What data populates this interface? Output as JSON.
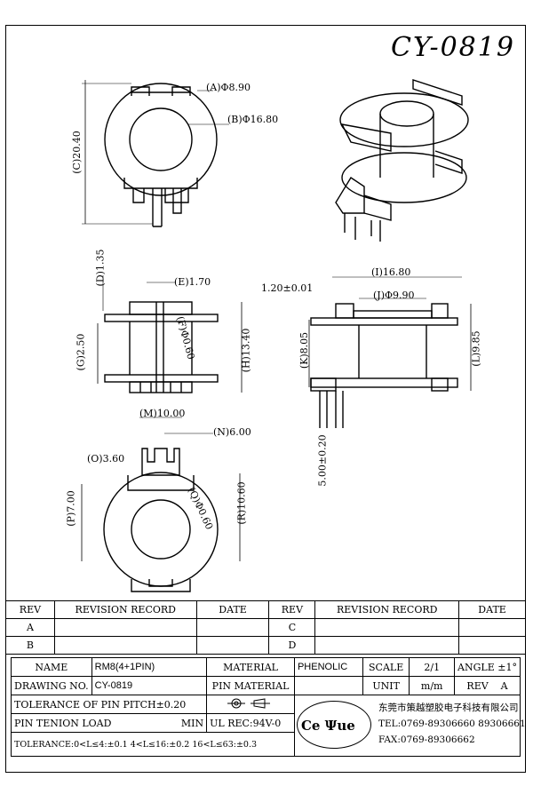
{
  "part_number": "CY-0819",
  "top_view": {
    "dim_a": "(A)Φ8.90",
    "dim_b": "(B)Φ16.80",
    "dim_c": "(C)20.40"
  },
  "side_view": {
    "dim_d": "(D)1.35",
    "dim_e": "(E)1.70",
    "dim_f": "(F)Φ0.60",
    "dim_g": "(G)2.50",
    "dim_h": "(H)13.40"
  },
  "front_view": {
    "dim_tol": "1.20±0.01",
    "dim_i": "(I)16.80",
    "dim_j": "(J)Φ9.90",
    "dim_k": "(K)8.05",
    "dim_l": "(L)9.85",
    "dim_pin": "5.00±0.20"
  },
  "bottom_view": {
    "dim_m": "(M)10.00",
    "dim_n": "(N)6.00",
    "dim_o": "(O)3.60",
    "dim_p": "(P)7.00",
    "dim_q": "(Q)Φ0.60",
    "dim_r": "(R)10.60"
  },
  "revision_table": {
    "headers": [
      "REV",
      "REVISION RECORD",
      "DATE",
      "REV",
      "REVISION RECORD",
      "DATE"
    ],
    "row1": [
      "A",
      "",
      "",
      "C",
      "",
      ""
    ],
    "row2": [
      "B",
      "",
      "",
      "D",
      "",
      ""
    ]
  },
  "title_block": {
    "name_label": "NAME",
    "name_value": "RM8(4+1PIN)",
    "material_label": "MATERIAL",
    "material_value": "PHENOLIC",
    "scale_label": "SCALE",
    "scale_value": "2/1",
    "angle_label": "ANGLE",
    "angle_value": "±1°",
    "drawing_no_label": "DRAWING NO.",
    "drawing_no_value": "CY-0819",
    "pin_material_label": "PIN MATERIAL",
    "unit_label": "UNIT",
    "unit_value": "m/m",
    "rev_label": "REV",
    "rev_value": "A",
    "pitch_tol": "TOLERANCE OF PIN PITCH±0.20",
    "tension_label": "PIN TENION LOAD",
    "tension_min": "MIN",
    "ul_rec": "UL REC:94V-0",
    "tolerance": "TOLERANCE:0<L≤4:±0.1  4<L≤16:±0.2  16<L≤63:±0.3",
    "company": "东莞市策越塑胶电子科技有限公司",
    "tel": "TEL:0769-89306660 89306661",
    "fax": "FAX:0769-89306662",
    "logo_text": "Ce Ψue"
  }
}
